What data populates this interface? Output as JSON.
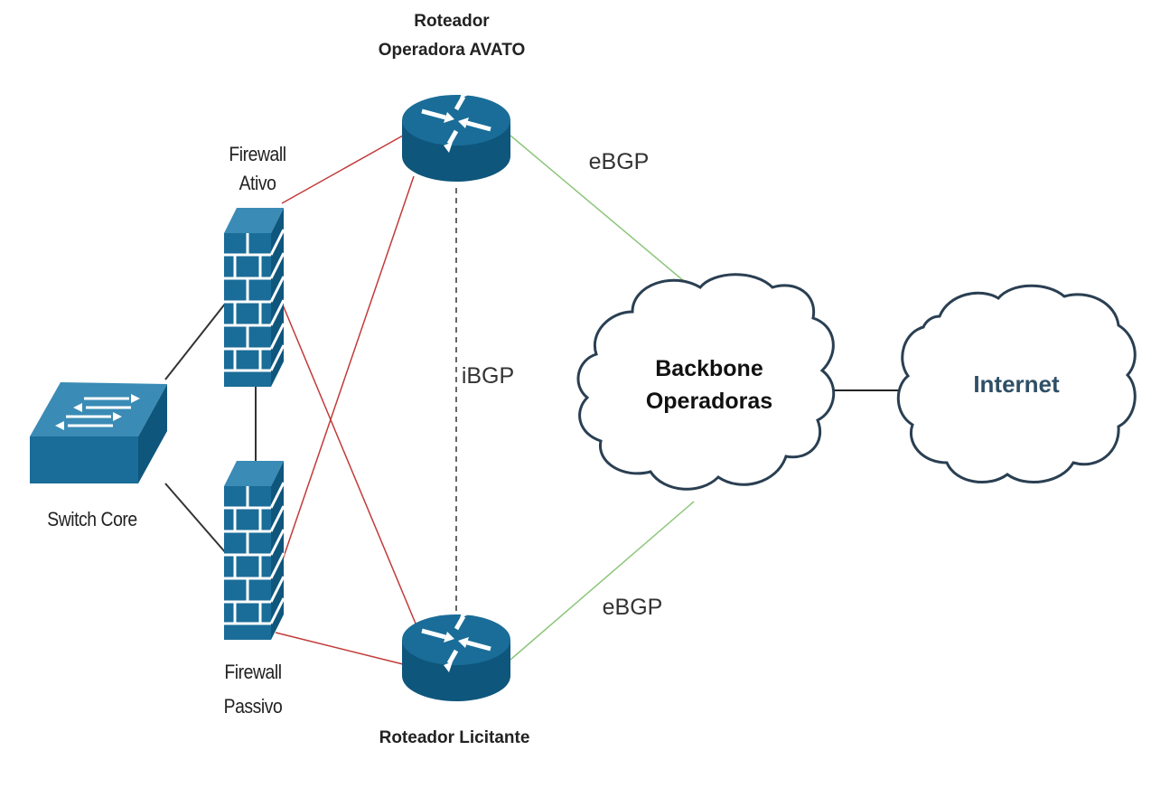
{
  "labels": {
    "router_top_line1": "Roteador",
    "router_top_line2": "Operadora AVATO",
    "router_bottom": "Roteador Licitante",
    "firewall_top_line1": "Firewall",
    "firewall_top_line2": "Ativo",
    "firewall_bottom_line1": "Firewall",
    "firewall_bottom_line2": "Passivo",
    "switch": "Switch Core",
    "ibgp": "iBGP",
    "ebgp_top": "eBGP",
    "ebgp_bottom": "eBGP",
    "backbone_line1": "Backbone",
    "backbone_line2": "Operadoras",
    "internet": "Internet"
  },
  "colors": {
    "device_blue": "#1a6d98",
    "device_dark": "#0f567c",
    "firewall_line": "#c23a3a",
    "ebgp_line": "#8cc67a",
    "switch_line": "#333333",
    "ibgp_line": "#666666",
    "cloud_stroke": "#2a3f52"
  },
  "icons": [
    "router-icon",
    "firewall-icon",
    "switch-icon",
    "cloud-icon"
  ]
}
